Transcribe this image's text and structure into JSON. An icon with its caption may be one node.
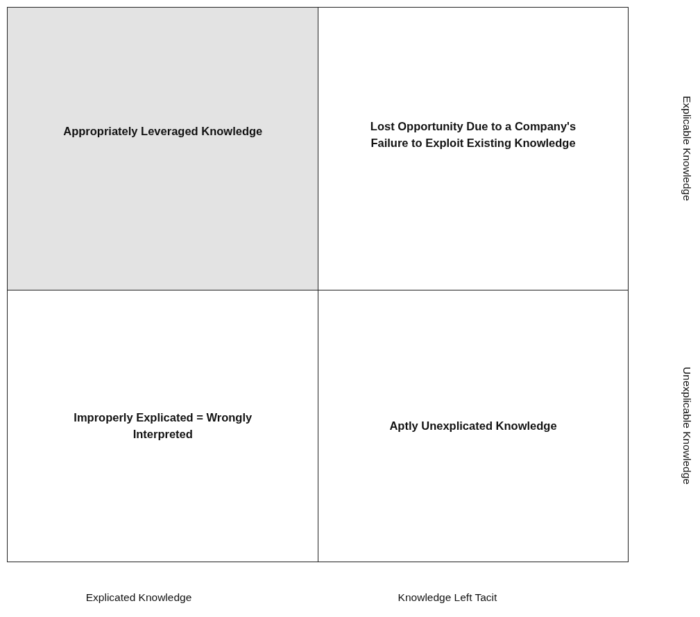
{
  "diagram": {
    "nodes": [
      {
        "text": [
          "Appropriately Leveraged Knowledge"
        ]
      },
      {
        "text": [
          "Lost Opportunity Due to a Company's Failure to Exploit Existing Knowledge"
        ]
      },
      {
        "text": [
          "Improperly Explicated = Wrongly Interpreted"
        ]
      },
      {
        "text": [
          "Aptly Unexplicated Knowledge"
        ]
      }
    ],
    "labels": [
      "Explicable Knowledge",
      "Unexplicable Knowledge",
      "Explicated Knowledge",
      "Knowledge Left Tacit"
    ]
  }
}
